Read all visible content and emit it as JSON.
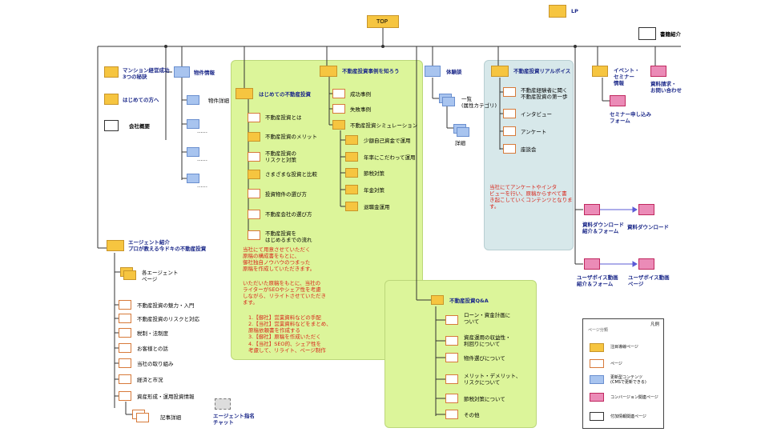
{
  "colors": {
    "main_page": "#f6c540",
    "page": "#ffffff",
    "updated_content": "#a8c4ef",
    "conversion_page": "#eb8bb7",
    "green_zone": "#dcf59a",
    "teal_zone": "#d7e8ea",
    "note_text": "#d8261b",
    "title_text": "#1d2a8a"
  },
  "top": {
    "label": "TOP"
  },
  "lp": {
    "label": "LP"
  },
  "shorui": {
    "label": "書籍紹介"
  },
  "left": {
    "mansion": "マンション経営成功\n3つの秘訣",
    "hajimete_kata": "はじめての方へ",
    "kaisha": "会社概要"
  },
  "bukken": {
    "title": "物件情報",
    "detail": "物件詳細",
    "dots": "……"
  },
  "hajimete": {
    "title": "はじめての不動産投資",
    "items": [
      "不動産投資とは",
      "不動産投資のメリット",
      "不動産投資の\nリスクと対策",
      "さまざまな投資と比較",
      "投資物件の選び方",
      "不動産会社の選び方",
      "不動産投資を\nはじめるまでの流れ"
    ],
    "note1": "当社にて用意させていただく\n原稿の構成書をもとに、\n御社独自ノウハウのつまった\n原稿を作成していただきます。",
    "note2": "いただいた原稿をもとに、当社の\nライターがSEOやシェア性を考慮\nしながら、リライトさせていただき\nます。",
    "note3": "1.【御社】営業資料などの手配\n2.【当社】営業資料などをまとめ、\n原稿依頼書を作成する\n3.【御社】原稿を作成いただく\n4.【当社】SEO的、シェア性を\n考慮して、リライト、ページ制作"
  },
  "jirei": {
    "title": "不動産投資事例を知ろう",
    "items": [
      "成功事例",
      "失敗事例",
      "不動産投資シミュレーション"
    ],
    "sim_items": [
      "少額自己資金で運用",
      "年率にこだわって運用",
      "節税対策",
      "年金対策",
      "退職金運用"
    ]
  },
  "taiken": {
    "title": "体験談",
    "list": "一覧\n(属性カテゴリ)",
    "detail": "詳細"
  },
  "real": {
    "title": "不動産投資リアルボイス",
    "items": [
      "不動産経験者に聞く\n不動産投資の第一歩",
      "インタビュー",
      "アンケート",
      "座談会"
    ],
    "note": "当社にてアンケートやインタ\nビューを行い、原稿からすべて書\nき起こしていくコンテンツとなりま\nす。"
  },
  "event": {
    "title": "イベント・\nセミナー\n情報",
    "form": "セミナー申し込み\nフォーム"
  },
  "shiryo": {
    "title": "資料請求・\nお問い合わせ",
    "dl_form": "資料ダウンロード\n紹介＆フォーム",
    "dl": "資料ダウンロード",
    "seminar_form": "ユーザボイス動画\n紹介＆フォーム",
    "seminar": "ユーザボイス動画\nページ"
  },
  "agent": {
    "title": "エージェント紹介\nプロが教える今ドキの不動産投資",
    "each": "各エージェント\nページ",
    "items": [
      "不動産投資の魅力・入門",
      "不動産投資のリスクと対応",
      "税制・法制度",
      "お客様との話",
      "当社の取り組み",
      "経済と市況",
      "資産形成・運用投資情報"
    ],
    "article": "記事詳細",
    "chat": "エージェント指名\nチャット"
  },
  "qa": {
    "title": "不動産投資Q&A",
    "items": [
      "ローン・資金計画に\nついて",
      "資産運用の収益性・\n利回りについて",
      "物件選びについて",
      "メリット・デメリット、\nリスクについて",
      "節税対策について",
      "その他"
    ]
  },
  "legend": {
    "title": "凡例",
    "subtitle": "ページ分類",
    "items": [
      "注目導線ページ",
      "ページ",
      "更新型コンテンツ\n(CMSで更新できる)",
      "コンバージョン関連ページ",
      "付加情報関連ページ"
    ]
  }
}
